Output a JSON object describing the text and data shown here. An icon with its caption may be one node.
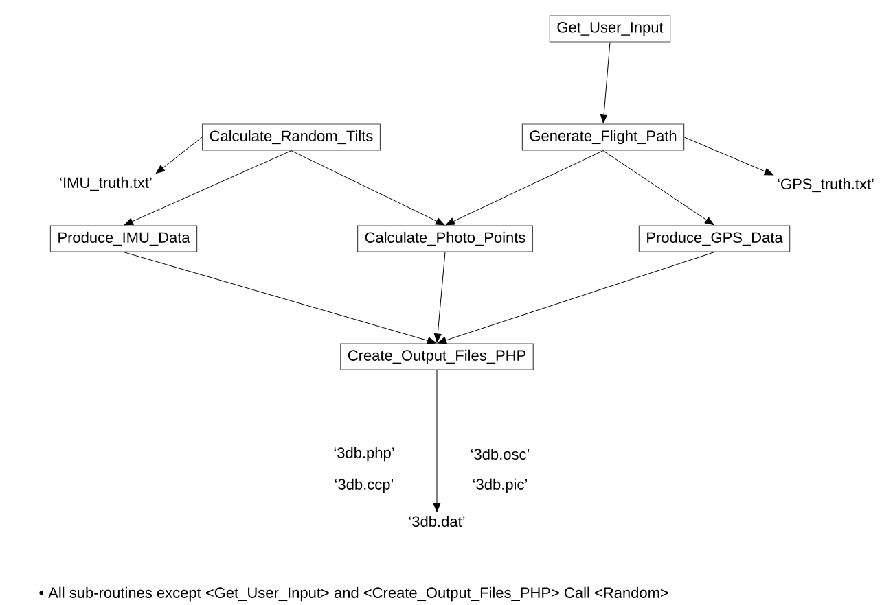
{
  "diagram": {
    "nodes": [
      {
        "text": [
          "Get_User_Input"
        ]
      },
      {
        "text": [
          "Calculate_Random_Tilts"
        ]
      },
      {
        "text": [
          "Generate_Flight_Path"
        ]
      },
      {
        "text": [
          "‘IMU_truth.txt’"
        ]
      },
      {
        "text": [
          "‘GPS_truth.txt’"
        ]
      },
      {
        "text": [
          "Produce_IMU_Data"
        ]
      },
      {
        "text": [
          "Calculate_Photo_Points"
        ]
      },
      {
        "text": [
          "Produce_GPS_Data"
        ]
      },
      {
        "text": [
          "Create_Output_Files_PHP"
        ]
      },
      {
        "text": [
          "‘3db.dat’"
        ]
      }
    ],
    "edges": [
      {
        "from": 0,
        "to": 2,
        "arrow": "to"
      },
      {
        "from": 1,
        "to": 3,
        "arrow": "to"
      },
      {
        "from": 2,
        "to": 4,
        "arrow": "to"
      },
      {
        "from": 1,
        "to": 5,
        "arrow": "to"
      },
      {
        "from": 1,
        "to": 6,
        "arrow": "to"
      },
      {
        "from": 2,
        "to": 6,
        "arrow": "to"
      },
      {
        "from": 2,
        "to": 7,
        "arrow": "to"
      },
      {
        "from": 5,
        "to": 8,
        "arrow": "to"
      },
      {
        "from": 6,
        "to": 8,
        "arrow": "to"
      },
      {
        "from": 7,
        "to": 8,
        "arrow": "to"
      },
      {
        "from": 8,
        "to": 9,
        "arrow": "to"
      }
    ],
    "labels": [
      "‘3db.php’",
      "‘3db.osc’",
      "‘3db.ccp’",
      "‘3db.pic’",
      "• All sub-routines except <Get_User_Input> and <Create_Output_Files_PHP> Call <Random>"
    ]
  }
}
